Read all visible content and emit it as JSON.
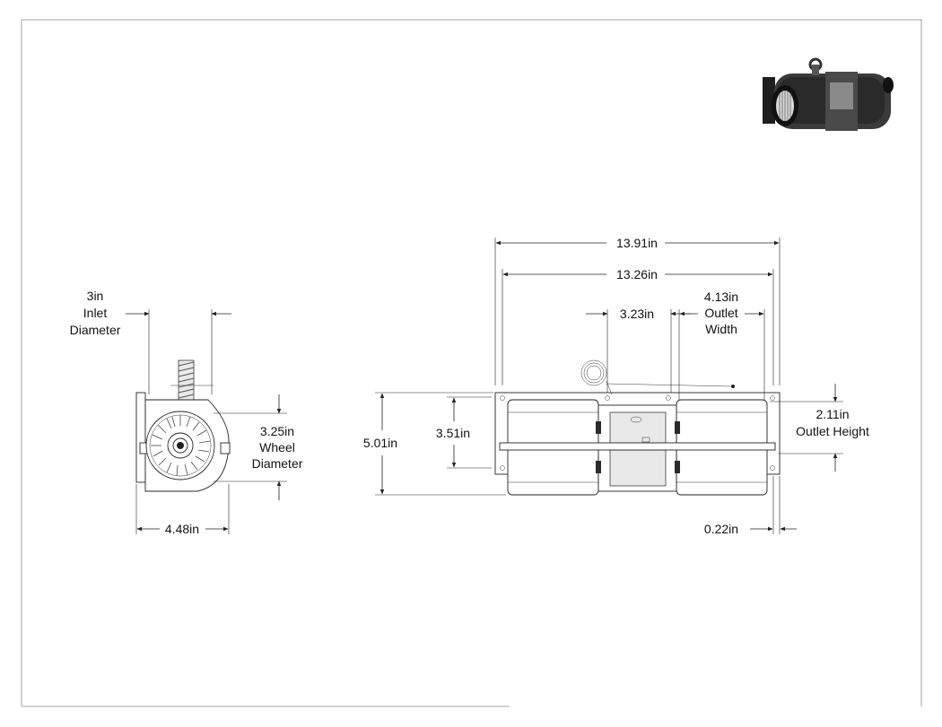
{
  "dimensions": {
    "inlet_diameter": [
      "3in",
      "Inlet",
      "Diameter"
    ],
    "wheel_diameter": [
      "3.25in",
      "Wheel",
      "Diameter"
    ],
    "side_width": "4.48in",
    "overall_length": "13.91in",
    "mount_length": "13.26in",
    "center_gap": "3.23in",
    "outlet_width": [
      "4.13in",
      "Outlet",
      "Width"
    ],
    "overall_height": "5.01in",
    "inner_height": "3.51in",
    "outlet_height": [
      "2.11in",
      "Outlet Height"
    ],
    "flange_thickness": "0.22in"
  },
  "colors": {
    "line": "#222222",
    "fill": "#ffffff",
    "shade": "#e9e9e9",
    "dark": "#2b2b2b"
  },
  "icons": {
    "thumbnail": "blower-3d-thumbnail-icon"
  }
}
